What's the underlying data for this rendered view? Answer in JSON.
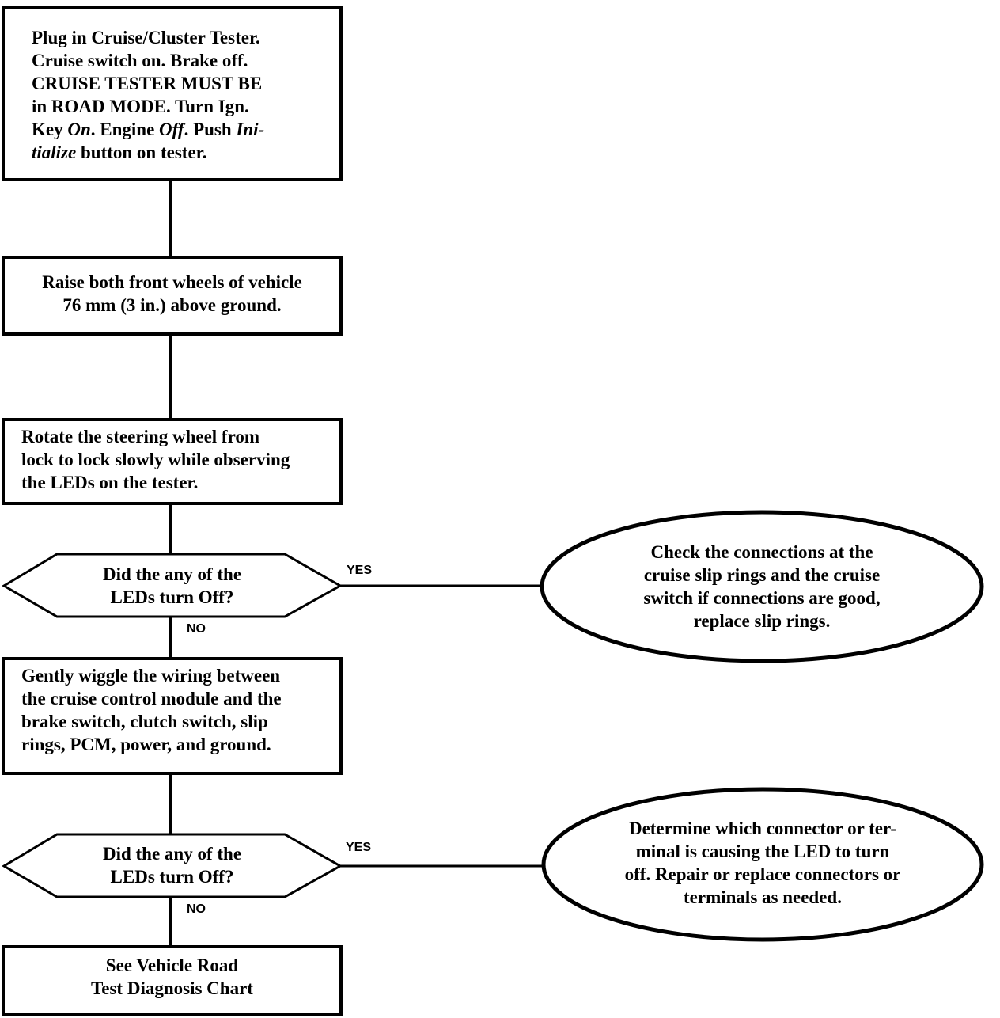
{
  "steps": {
    "step1": [
      [
        {
          "t": "Plug in Cruise/Cluster Tester."
        }
      ],
      [
        {
          "t": "Cruise switch on. Brake off."
        }
      ],
      [
        {
          "t": "CRUISE TESTER MUST BE"
        }
      ],
      [
        {
          "t": "in ROAD MODE. Turn Ign."
        }
      ],
      [
        {
          "t": "Key "
        },
        {
          "t": "On",
          "i": true
        },
        {
          "t": ".  Engine "
        },
        {
          "t": "Off",
          "i": true
        },
        {
          "t": ". Push "
        },
        {
          "t": "Ini-",
          "i": true
        }
      ],
      [
        {
          "t": "tialize",
          "i": true
        },
        {
          "t": " button on tester."
        }
      ]
    ],
    "step2": [
      [
        {
          "t": "Raise both front wheels of vehicle"
        }
      ],
      [
        {
          "t": "76 mm (3 in.) above  ground."
        }
      ]
    ],
    "step3": [
      [
        {
          "t": "Rotate the steering wheel from"
        }
      ],
      [
        {
          "t": "lock to lock slowly while observing"
        }
      ],
      [
        {
          "t": "the LEDs on the tester."
        }
      ]
    ],
    "step4": [
      [
        {
          "t": "Gently wiggle the wiring between"
        }
      ],
      [
        {
          "t": "the cruise control module and the"
        }
      ],
      [
        {
          "t": "brake switch, clutch switch, slip"
        }
      ],
      [
        {
          "t": "rings, PCM, power, and ground."
        }
      ]
    ],
    "step5": [
      [
        {
          "t": "See Vehicle Road"
        }
      ],
      [
        {
          "t": "Test Diagnosis Chart"
        }
      ]
    ]
  },
  "decisions": {
    "decision1": [
      [
        {
          "t": "Did the any of the"
        }
      ],
      [
        {
          "t": "LEDs turn Off?"
        }
      ]
    ],
    "decision2": [
      [
        {
          "t": "Did the any of the"
        }
      ],
      [
        {
          "t": "LEDs turn Off?"
        }
      ]
    ]
  },
  "outcomes": {
    "outcome1": [
      [
        {
          "t": "Check the connections at the"
        }
      ],
      [
        {
          "t": "cruise slip rings and the cruise"
        }
      ],
      [
        {
          "t": "switch if connections are good,"
        }
      ],
      [
        {
          "t": "replace slip rings."
        }
      ]
    ],
    "outcome2": [
      [
        {
          "t": "Determine which connector  or ter-"
        }
      ],
      [
        {
          "t": "minal is causing the LED to turn"
        }
      ],
      [
        {
          "t": "off. Repair or replace connectors or"
        }
      ],
      [
        {
          "t": "terminals as needed."
        }
      ]
    ]
  },
  "labels": {
    "yes1": "YES",
    "no1": "NO",
    "yes2": "YES",
    "no2": "NO"
  }
}
